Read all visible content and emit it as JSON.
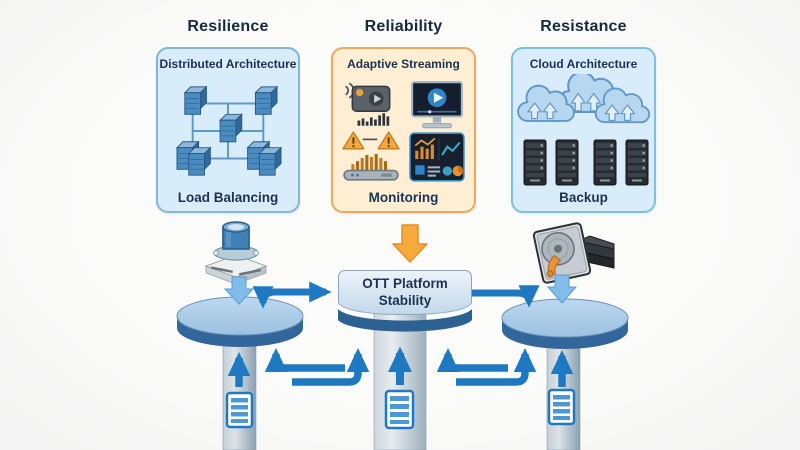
{
  "columns": [
    {
      "title": "Resilience",
      "box": {
        "top_label": "Distributed Architecture",
        "bottom_label": "Load Balancing",
        "icon": "server-network-icon",
        "fill": "#d9ecf9",
        "border": "#7fb6dd"
      },
      "pillar_icon": "load-balancer-device-icon"
    },
    {
      "title": "Reliability",
      "box": {
        "top_label": "Adaptive Streaming",
        "bottom_label": "Monitoring",
        "icons": [
          "streaming-device-icon",
          "video-player-icon",
          "alert-bandwidth-icon",
          "analytics-dashboard-icon"
        ],
        "fill": "#fdeed4",
        "border": "#f0a85c"
      },
      "pillar_icon": "orange-down-arrow"
    },
    {
      "title": "Resistance",
      "box": {
        "top_label": "Cloud Architecture",
        "bottom_label": "Backup",
        "icons": [
          "cloud-upload-icon",
          "server-racks-icon"
        ],
        "fill": "#d9ecf9",
        "border": "#7fc0e2"
      },
      "pillar_icon": "hard-drive-icon"
    }
  ],
  "center": {
    "label": "OTT Platform Stability"
  },
  "pillar_document_icon": "document-icon",
  "colors": {
    "arrow_blue": "#1e79c2",
    "arrow_light_blue": "#82bce8",
    "arrow_orange": "#f6a93d",
    "pillar_top": "#aed0eb",
    "pillar_rim": "#33679b",
    "ott_band": "#2d6192",
    "title_text": "#15293f",
    "label_text": "#1c3350"
  }
}
